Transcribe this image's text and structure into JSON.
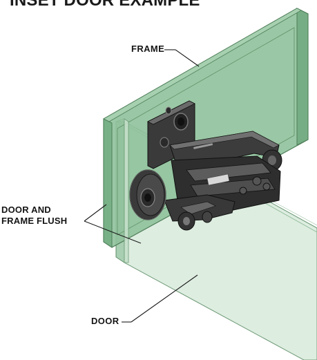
{
  "title": "INSET DOOR EXAMPLE",
  "labels": {
    "frame": "FRAME",
    "door_and_frame_flush": "DOOR AND\nFRAME FLUSH",
    "door": "DOOR"
  },
  "colors": {
    "frame_fill": "#8fc19b",
    "frame_edge": "#4f7f59",
    "door_fill": "#d4e8d7",
    "hinge_dark": "#2b2b2b",
    "hinge_mid": "#555555",
    "leader_line": "#1a1a1a"
  }
}
